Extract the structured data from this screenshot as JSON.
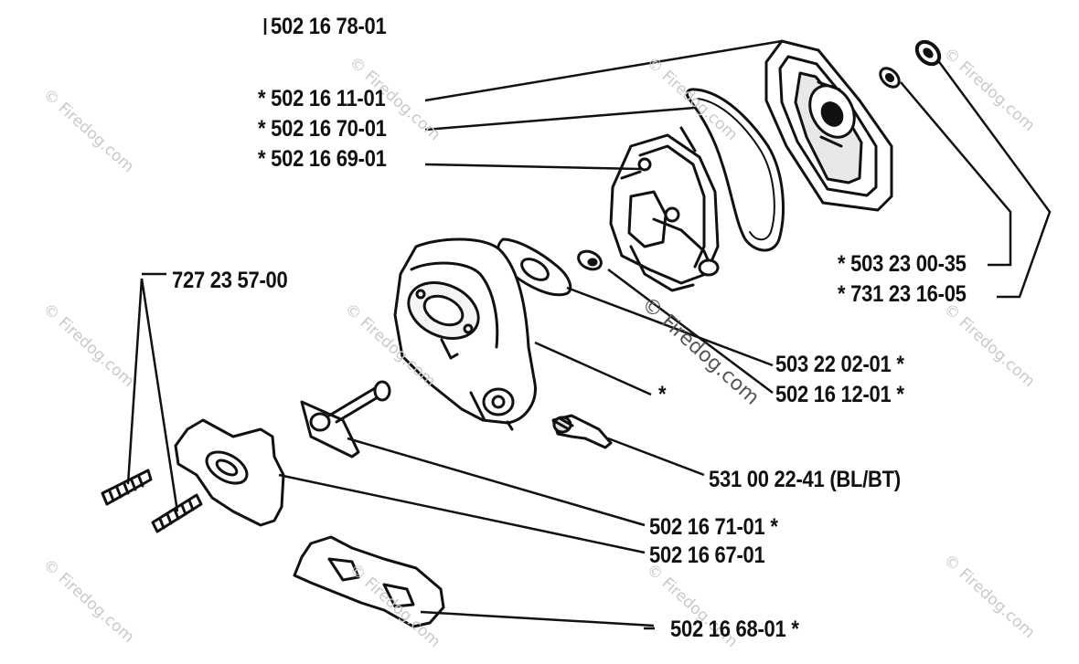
{
  "diagram": {
    "header_label": "502 16 78-01",
    "labels": {
      "p_502161101": "*  502 16 11-01",
      "p_502167001": "*  502 16 70-01",
      "p_502166901": "*  502 16 69-01",
      "p_727235700": "727 23 57-00",
      "p_503230035": "*  503 23 00-35",
      "p_731231605": "*  731 23 16-05",
      "p_503220201": "503 22 02-01  *",
      "p_502161201": "502 16 12-01  *",
      "p_star": "*",
      "p_531002241": "531 00 22-41 (BL/BT)",
      "p_502167101": "502 16 71-01  *",
      "p_502166701": "502 16 67-01",
      "p_502166801": "502 16 68-01  *"
    },
    "watermark": "© Firedog.com"
  }
}
